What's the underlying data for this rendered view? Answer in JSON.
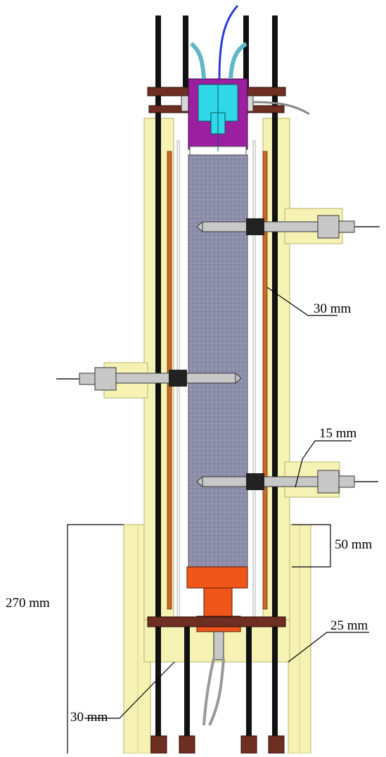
{
  "labels": {
    "wall_30mm_right": "30 mm",
    "gap_15mm": "15 mm",
    "height_50mm": "50 mm",
    "height_270mm": "270 mm",
    "wall_25mm": "25 mm",
    "wall_30mm_bottom": "30 mm"
  },
  "colors": {
    "insulation": "#f5f2b4",
    "insulation_edge": "#b8b46a",
    "bed": "#8c8da8",
    "copper": "#c86a2a",
    "rod": "#111111",
    "nut": "#6e2e22",
    "top_cap": "#9b1fa0",
    "top_cap_inner": "#2fd9e8",
    "bottom_plate": "#f0561a",
    "probe": "#c8c8c8",
    "cable": "#5fb7c9",
    "wire": "#2a3bd8"
  }
}
